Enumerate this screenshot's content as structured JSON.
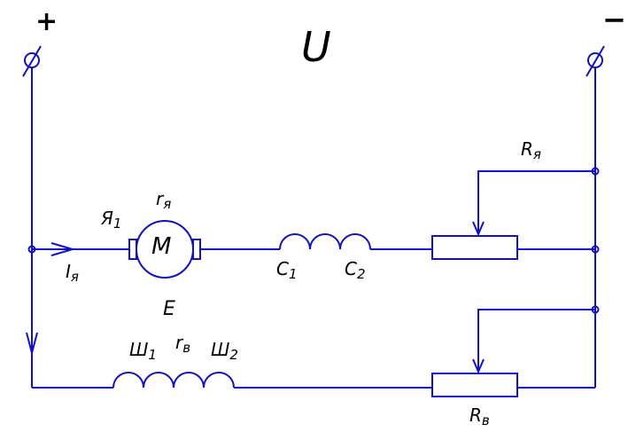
{
  "colors": {
    "wire": "#1010c8",
    "ink": "#000000",
    "background": "#ffffff"
  },
  "terminals": {
    "plus": "+",
    "minus": "−"
  },
  "voltage": "U",
  "motor": {
    "symbol": "M",
    "armature_terminal": "Я",
    "armature_terminal_index": "1",
    "resistance": "r",
    "resistance_sub": "я"
  },
  "current": {
    "symbol": "I",
    "sub": "я"
  },
  "emf": "E",
  "series_winding": {
    "start": "С",
    "start_index": "1",
    "end": "С",
    "end_index": "2"
  },
  "shunt_winding": {
    "start": "Ш",
    "start_index": "1",
    "end": "Ш",
    "end_index": "2",
    "resistance": "r",
    "resistance_sub": "в"
  },
  "armature_rheostat": {
    "symbol": "R",
    "sub": "я"
  },
  "field_rheostat": {
    "symbol": "R",
    "sub": "в"
  }
}
